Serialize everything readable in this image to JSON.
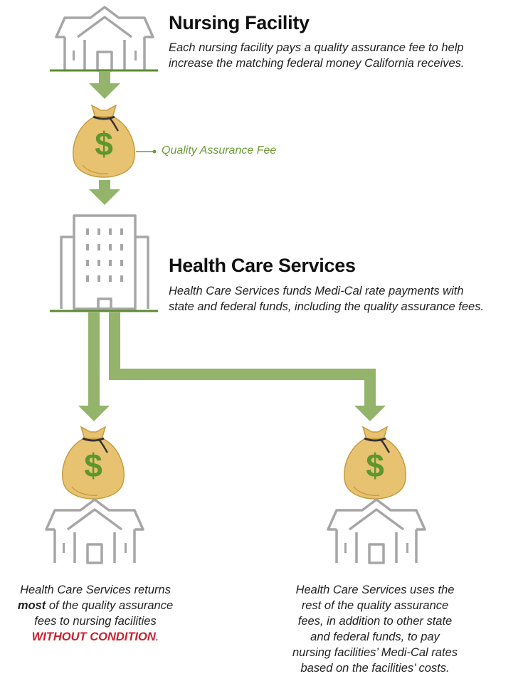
{
  "nursing_facility": {
    "title": "Nursing Facility",
    "description_lines": [
      "Each nursing facility pays a quality assurance fee to help",
      "increase the matching federal money California receives."
    ]
  },
  "fee_label": "Quality Assurance Fee",
  "health_care_services": {
    "title": "Health Care Services",
    "description_lines": [
      "Health Care Services funds Medi-Cal rate payments with",
      "state and federal funds, including the quality assurance fees."
    ]
  },
  "left_caption": {
    "line1": "Health Care Services returns",
    "line2_emphasis": "most",
    "line2_rest": " of the quality assurance",
    "line3": "fees to nursing facilities",
    "line4_emphasis": "WITHOUT CONDITION",
    "line4_end": "."
  },
  "right_caption": {
    "lines": [
      "Health Care Services uses the",
      "rest of the quality assurance",
      "fees, in addition to other state",
      "and federal funds, to pay",
      "nursing facilities’ Medi-Cal rates",
      "based on the facilities’ costs."
    ]
  },
  "icons": {
    "facility": "house-icon",
    "money": "money-bag-icon",
    "agency": "office-building-icon"
  },
  "colors": {
    "arrow_green": "#93b46a",
    "ground_green": "#5e8a2e",
    "icon_gray": "#a6a6a6",
    "bag_gold": "#e7c271",
    "dollar_green": "#5c962e",
    "emphasis_red": "#c8202f",
    "label_green": "#6e9a38"
  }
}
